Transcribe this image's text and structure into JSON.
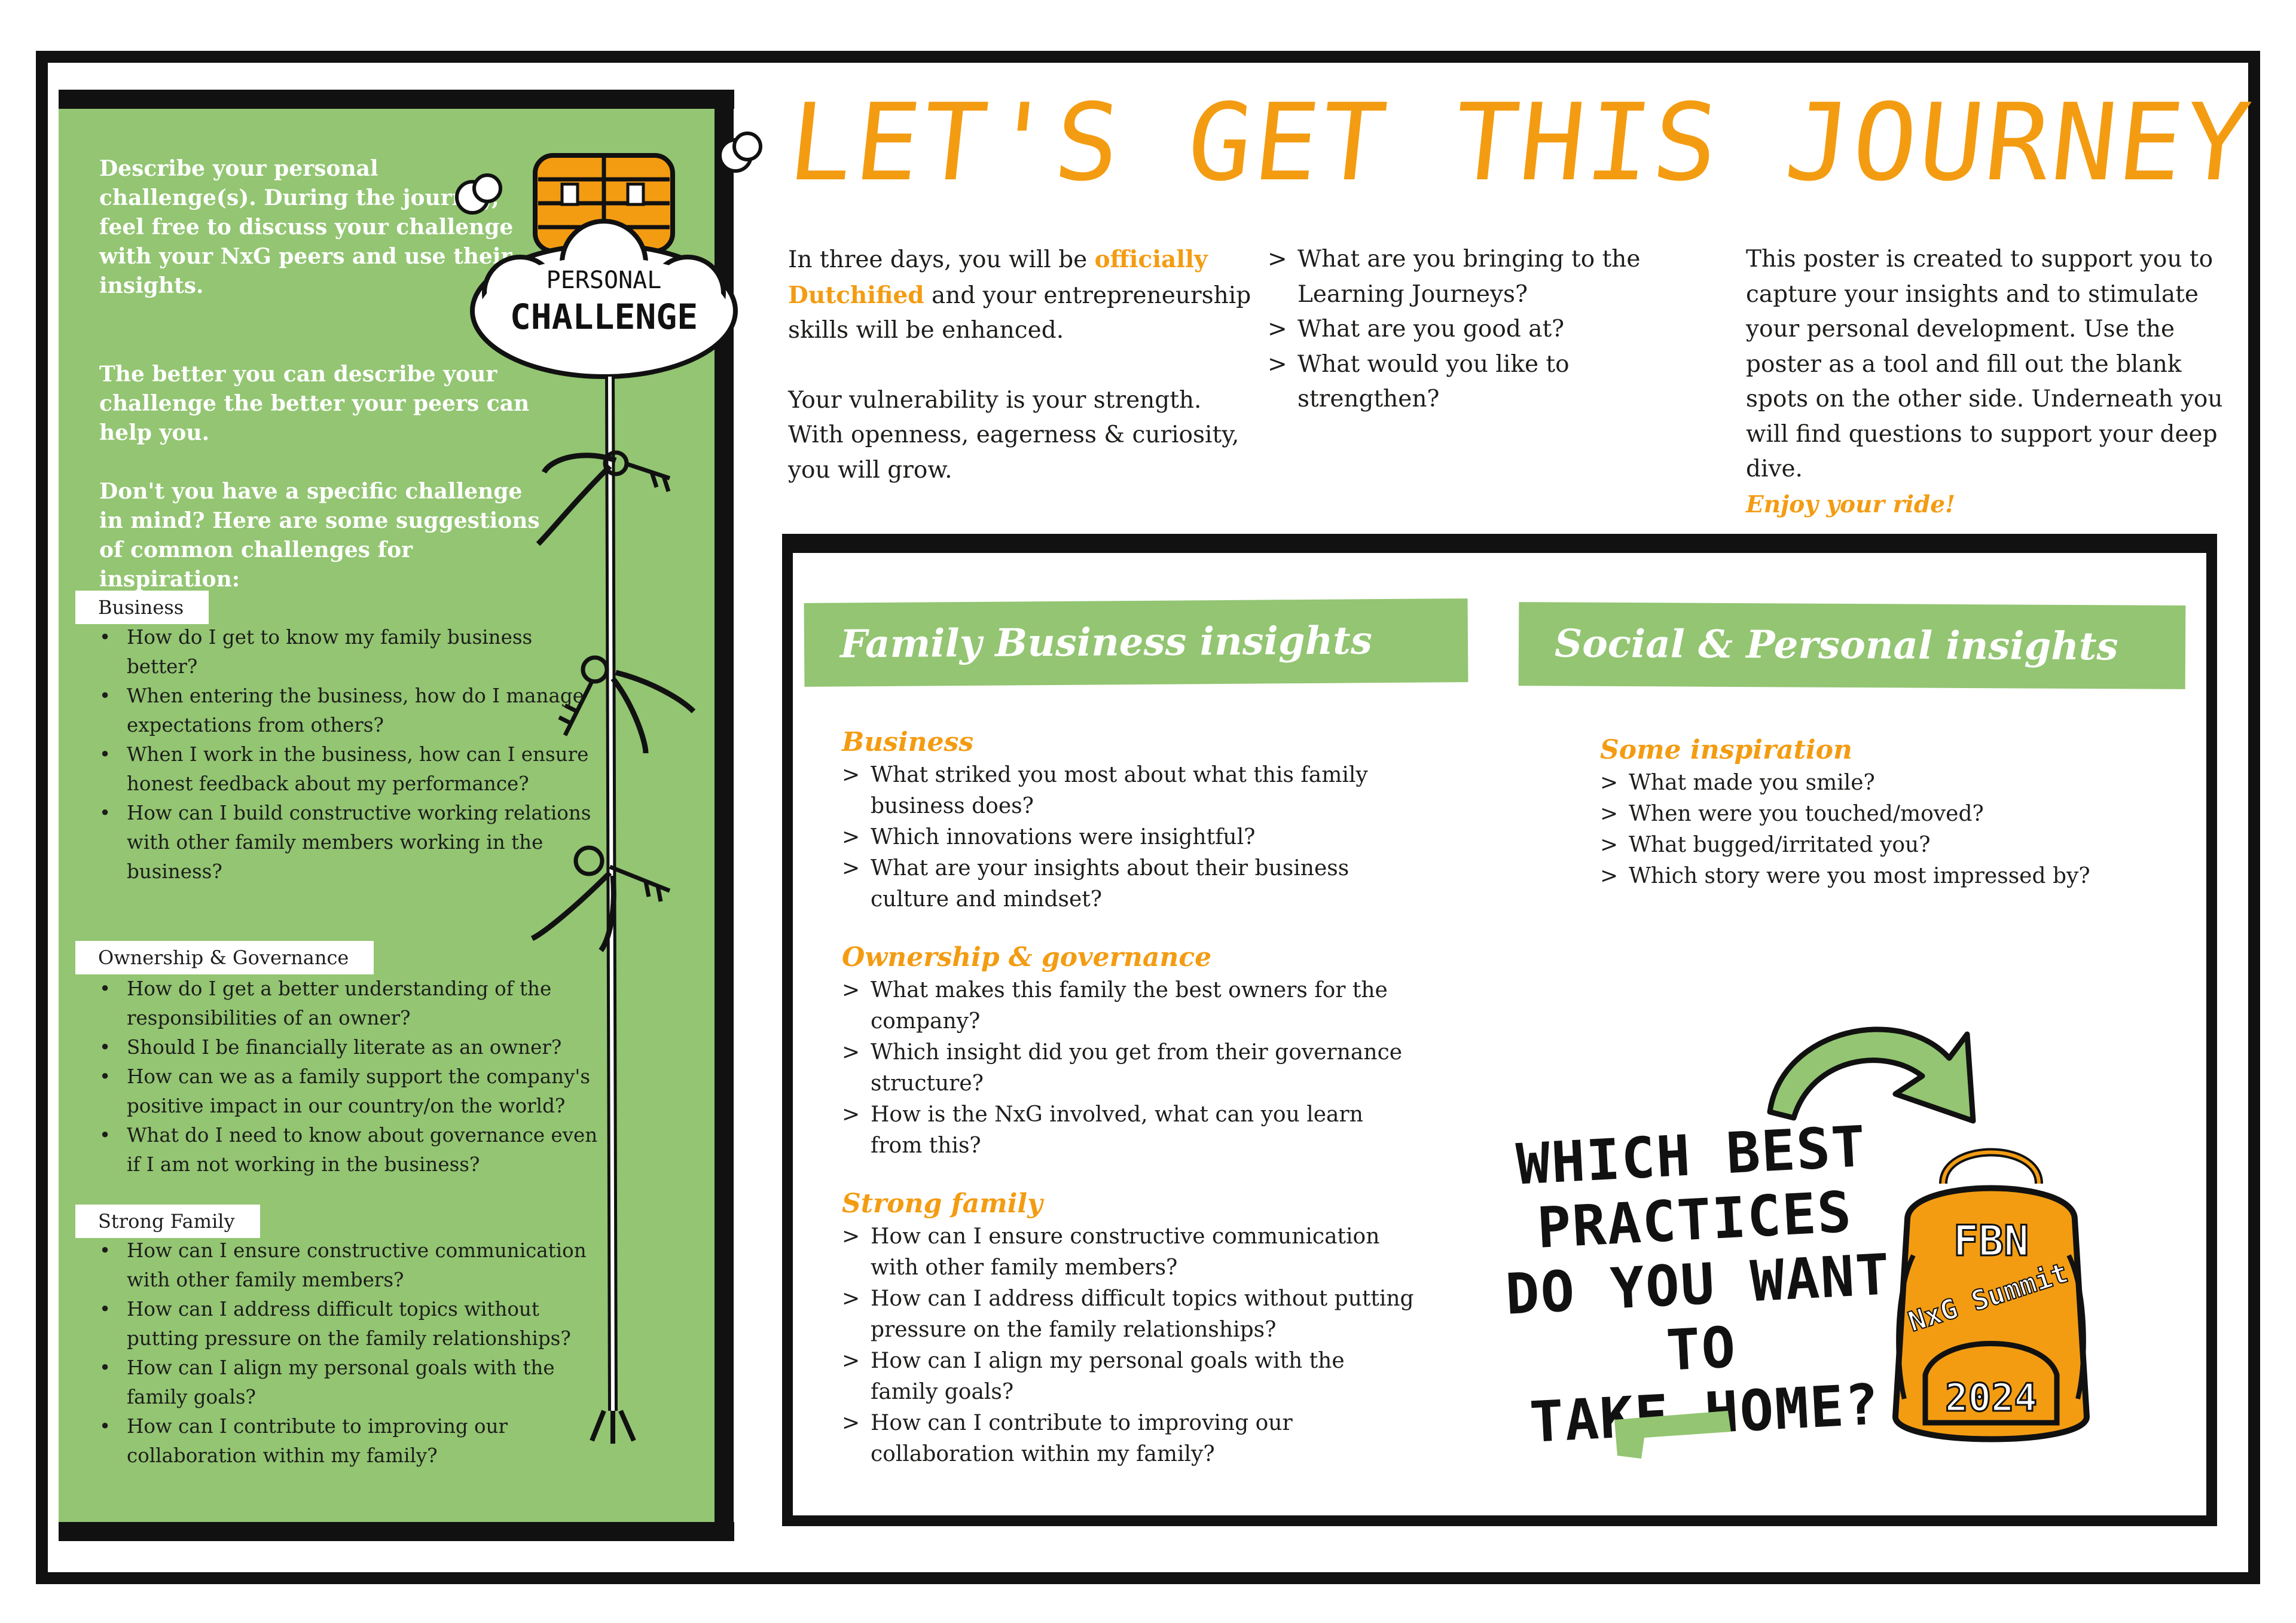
{
  "title": "LET'S GET THIS JOURNEY STARTED!",
  "left_panel": {
    "intro_1": "Describe your personal challenge(s). During the journey, feel free to discuss your challenge with your NxG peers and use their insights.",
    "intro_2": "The better you can describe your challenge the better your peers can help you.",
    "intro_3": "Don't you have a specific challenge in mind? Here are some suggestions of common challenges for inspiration:",
    "cloud_label_1": "PERSONAL",
    "cloud_label_2": "CHALLENGE",
    "categories": [
      {
        "name": "Business",
        "items": [
          "How do I get to know my family business better?",
          "When entering the business, how do I manage expectations from others?",
          "When I work in the business, how can I ensure honest feedback about my performance?",
          "How can I build constructive working relations with other family members working in the business?"
        ]
      },
      {
        "name": "Ownership & Governance",
        "items": [
          "How do I get a better understanding of the responsibilities of an owner?",
          "Should I be financially literate as an owner?",
          "How can we as a family support the company's positive impact in our country/on the world?",
          "What do I need to know about governance even if I am not working in the business?"
        ]
      },
      {
        "name": "Strong Family",
        "items": [
          "How can I ensure constructive communication with other family members?",
          "How can I address difficult topics without putting pressure on the family relationships?",
          "How can I align my personal goals with the family goals?",
          "How can I contribute to improving our collaboration within my family?"
        ]
      }
    ]
  },
  "intro": {
    "col1_pre": "In three days, you will be ",
    "col1_highlight": "officially Dutchified",
    "col1_post": " and your entrepreneurship skills will be enhanced.",
    "col1_p2": "Your vulnerability is your strength. With openness, eagerness & curiosity, you will grow.",
    "col2_questions": [
      "What are you bringing to the Learning Journeys?",
      "What are you good at?",
      "What would you like to strengthen?"
    ],
    "col3_text": "This poster is created to support you to capture your insights and to stimulate your personal development. Use the poster as a tool and fill out the blank spots on the other side. Underneath you will find questions to support your deep dive.",
    "col3_highlight": "Enjoy your ride!"
  },
  "family_business": {
    "heading": "Family Business insights",
    "sections": [
      {
        "title": "Business",
        "items": [
          "What striked you most about what this family business does?",
          "Which innovations were insightful?",
          "What are your insights about their business culture and mindset?"
        ]
      },
      {
        "title": "Ownership & governance",
        "items": [
          "What makes this family the best owners for the company?",
          "Which insight did you get from their governance structure?",
          "How is the NxG involved, what can you learn from this?"
        ]
      },
      {
        "title": "Strong family",
        "items": [
          "How can I ensure constructive communication with other family members?",
          "How can I address difficult topics without putting pressure on the family relationships?",
          "How can I align my personal goals with the family goals?",
          "How can I contribute to improving our collaboration within my family?"
        ]
      }
    ]
  },
  "social_personal": {
    "heading": "Social & Personal insights",
    "section_title": "Some inspiration",
    "items": [
      "What made you smile?",
      "When were you touched/moved?",
      "What bugged/irritated you?",
      "Which story were you most impressed by?"
    ]
  },
  "takeaway": {
    "line1": "WHICH BEST",
    "line2": "PRACTICES",
    "line3": "DO YOU WANT TO",
    "line4": "TAKE HOME?"
  },
  "backpack": {
    "line1": "FBN",
    "line2": "NxG Summit",
    "line3": "2024"
  },
  "colors": {
    "accent": "#f39c12",
    "green": "#93c572",
    "ink": "#111111"
  }
}
